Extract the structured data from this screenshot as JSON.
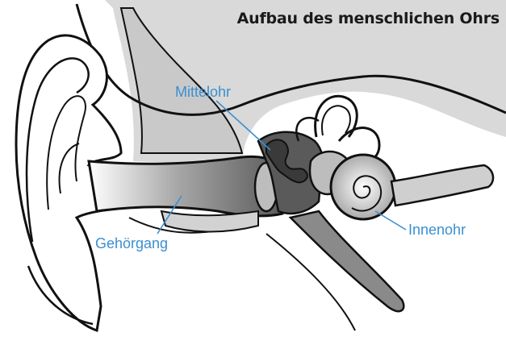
{
  "title": "Aufbau des menschlichen Ohrs",
  "labels": {
    "mittelohr": "Mittelohr",
    "innenohr": "Innenohr",
    "gehoergang": "Gehörgang"
  },
  "colors": {
    "label": "#3a8fd0",
    "outline": "#111111",
    "fill_light": "#cfcfcf",
    "fill_dark": "#6a6a6a"
  }
}
